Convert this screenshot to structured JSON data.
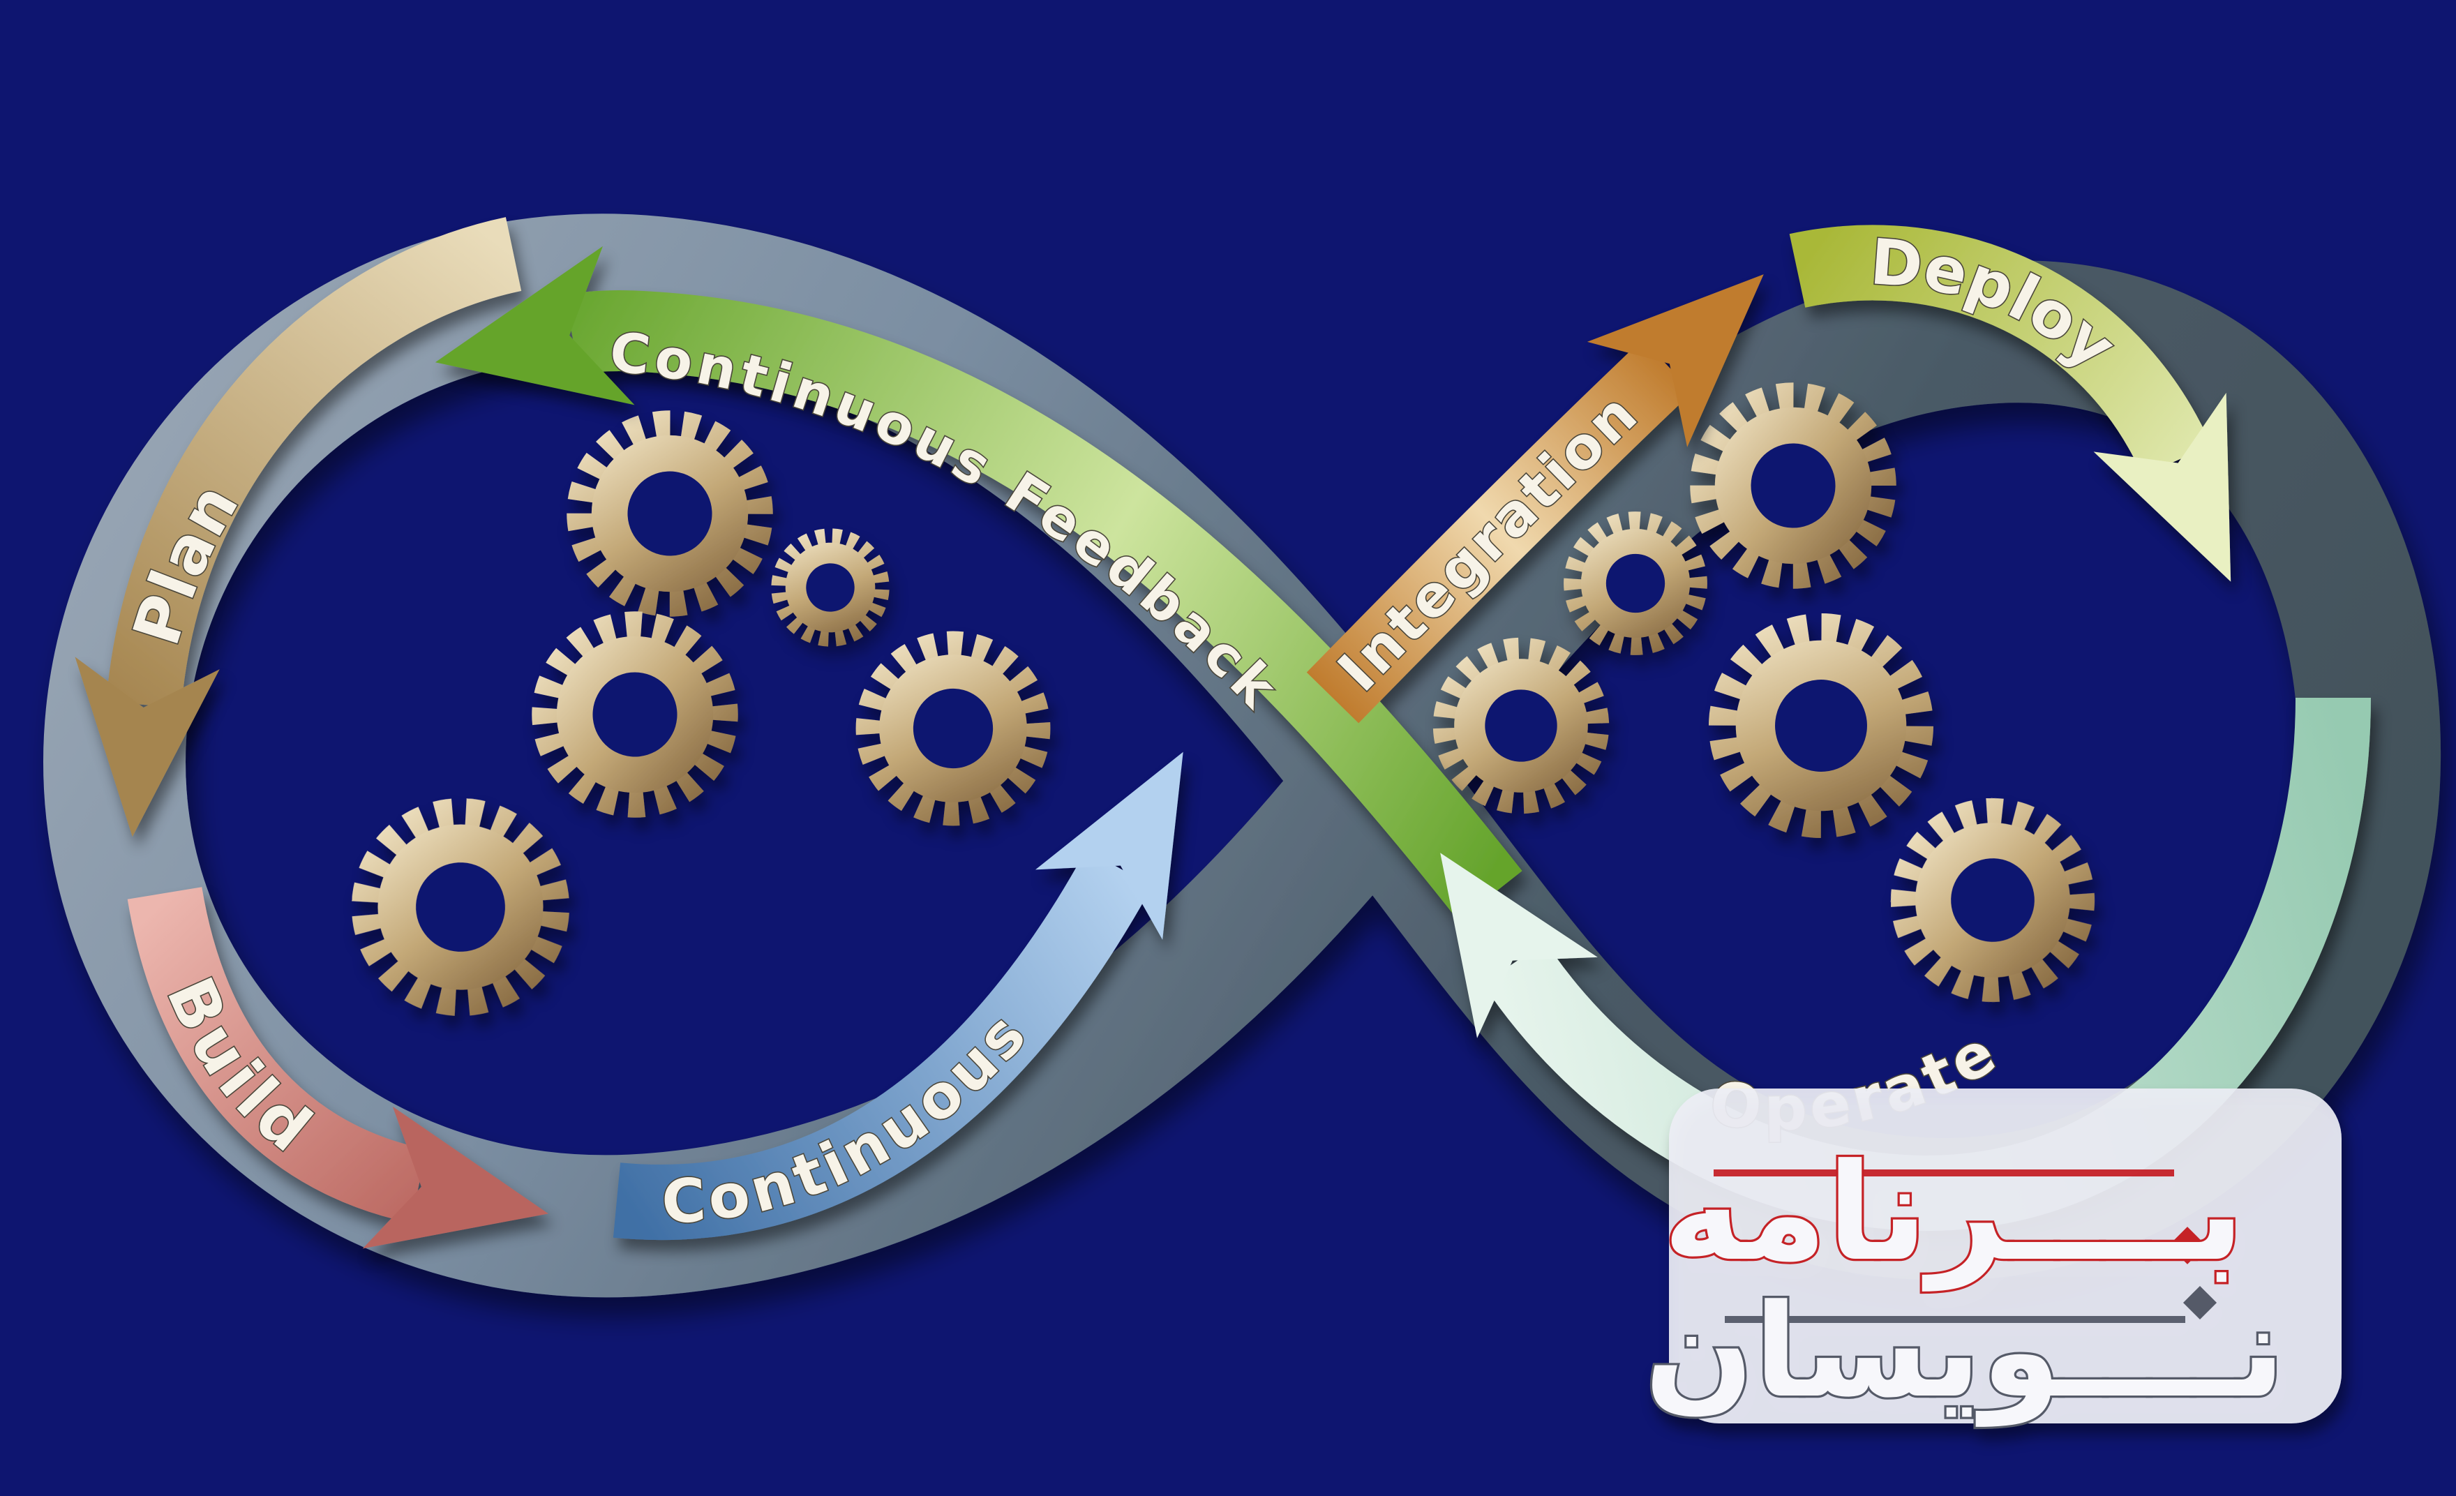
{
  "colors": {
    "background": "#0e1570",
    "loop_light": "#9aa7b5",
    "loop_mid": "#7b8ea2",
    "loop_dark": "#4a5a66",
    "gear_light": "#f2e6c8",
    "gear_mid": "#c3a877",
    "gear_dark": "#8a6d45",
    "label_fill": "#f7f3e8",
    "label_outline": "#4a463a"
  },
  "stages": [
    {
      "id": "plan",
      "label": "Plan",
      "color_light": "#e9dcba",
      "color_dark": "#a5854f"
    },
    {
      "id": "build",
      "label": "Build",
      "color_light": "#ecb6ae",
      "color_dark": "#b9655e"
    },
    {
      "id": "continuous",
      "label": "Continuous",
      "color_light": "#b3d1ef",
      "color_dark": "#3f6fa5"
    },
    {
      "id": "continuous_feedback",
      "label": "Continuous Feedback",
      "color_light": "#cde49e",
      "color_dark": "#65a42c"
    },
    {
      "id": "integration",
      "label": "Integration",
      "color_light": "#f0d9ae",
      "color_dark": "#c07c2e"
    },
    {
      "id": "deploy",
      "label": "Deploy",
      "color_light": "#e9f0c2",
      "color_dark": "#a9b838"
    },
    {
      "id": "operate",
      "label": "Operate",
      "color_light": "#e6f4ec",
      "color_dark": "#96cab1"
    }
  ],
  "watermark": {
    "line1": "بــــرنامه",
    "line2": "نــــویسان",
    "accent": "#c52127",
    "text_color": "#555a68",
    "card_color": "#edeef5"
  }
}
